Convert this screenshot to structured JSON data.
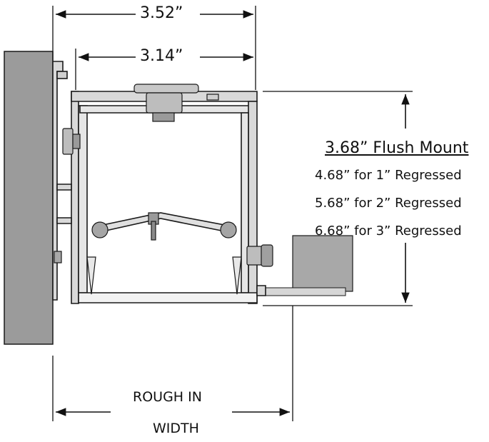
{
  "dimensions": {
    "overall_width": "3.52”",
    "inner_width": "3.14”"
  },
  "height_notes": {
    "flush": "3.68” Flush Mount",
    "regressed": [
      "4.68” for 1” Regressed",
      "5.68” for 2” Regressed",
      "6.68” for 3” Regressed"
    ]
  },
  "rough_in": {
    "line1": "ROUGH IN",
    "line2": "WIDTH"
  },
  "colors": {
    "wall": "#9b9b9b",
    "ceiling_block": "#a8a8a8",
    "extrusion": "#d9d9d9",
    "outline": "#1a1a1a"
  }
}
